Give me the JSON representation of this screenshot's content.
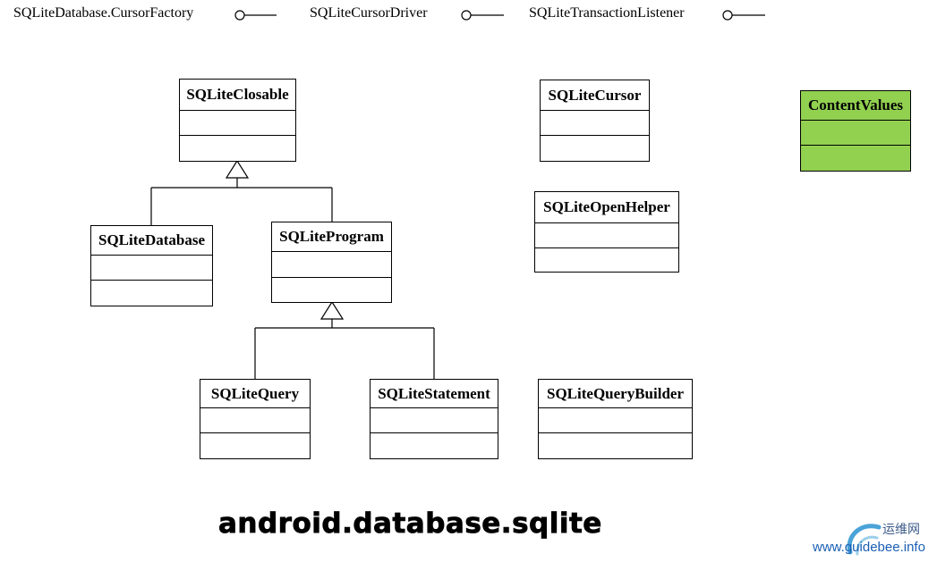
{
  "interfaces": [
    {
      "name": "SQLiteDatabase.CursorFactory"
    },
    {
      "name": "SQLiteCursorDriver"
    },
    {
      "name": "SQLiteTransactionListener"
    }
  ],
  "classes": {
    "closable": "SQLiteClosable",
    "database": "SQLiteDatabase",
    "program": "SQLiteProgram",
    "query": "SQLiteQuery",
    "statement": "SQLiteStatement",
    "cursor": "SQLiteCursor",
    "open_helper": "SQLiteOpenHelper",
    "query_builder": "SQLiteQueryBuilder",
    "content_values": "ContentValues"
  },
  "colors": {
    "content_values_fill": "#92d050"
  },
  "package_name": "android.database.sqlite",
  "watermark": {
    "cn": "运维网",
    "url": "www.guidebee.info"
  }
}
